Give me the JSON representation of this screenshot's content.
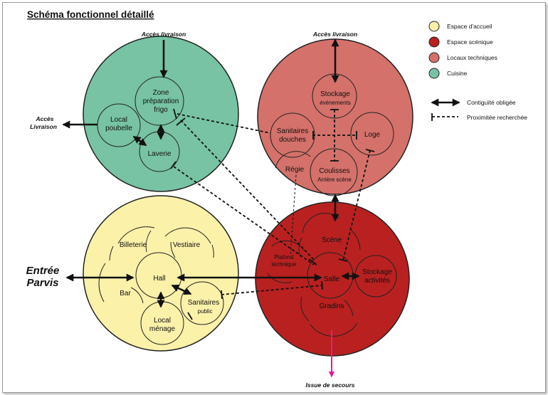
{
  "title": "Schéma fonctionnel détaillé",
  "legend": {
    "zones": [
      {
        "label": "Espace d'accueil",
        "color": "#fbf1a9"
      },
      {
        "label": "Espace scénique",
        "color": "#b8211f"
      },
      {
        "label": "Locaux techniques",
        "color": "#d4716a"
      },
      {
        "label": "Cuisine",
        "color": "#77c3a3"
      }
    ],
    "links": [
      {
        "label": "Contiguïté obligée",
        "style": "double-arrow"
      },
      {
        "label": "Proximitée recherchée",
        "style": "dashed-bar"
      }
    ]
  },
  "zones": {
    "cuisine": {
      "color": "#77c3a3",
      "rooms": {
        "zone_prep": [
          "Zone",
          "préparation",
          "frigo"
        ],
        "local_poubelle": [
          "Local",
          "poubelle"
        ],
        "laverie": [
          "Laverie"
        ]
      }
    },
    "locaux_techniques": {
      "color": "#d4716a",
      "rooms": {
        "stockage_evenements": [
          "Stockage",
          "évènements"
        ],
        "sanitaires_douches": [
          "Sanitaires",
          "douches"
        ],
        "loge": [
          "Loge"
        ],
        "regie": [
          "Régie"
        ],
        "coulisses": [
          "Coulisses",
          "Arrière scène"
        ]
      }
    },
    "accueil": {
      "color": "#fbf1a9",
      "rooms": {
        "billeterie": [
          "Billeterie"
        ],
        "vestiaire": [
          "Vestiaire"
        ],
        "bar": [
          "Bar"
        ],
        "hall": [
          "Hall"
        ],
        "sanitaires_public": [
          "Sanitaires",
          "public"
        ],
        "local_menage": [
          "Local",
          "ménage"
        ]
      }
    },
    "scenique": {
      "color": "#b8211f",
      "rooms": {
        "scene": [
          "Scène"
        ],
        "plafond_technique": [
          "Plafond",
          "technique"
        ],
        "salle": [
          "Salle"
        ],
        "stockage_activites": [
          "Stockage",
          "activités"
        ],
        "gradins": [
          "Gradins"
        ]
      }
    }
  },
  "external": {
    "acces_livraison_cuisine": [
      "Accès livraison"
    ],
    "acces_livraison_left": [
      "Accès",
      "Livraison"
    ],
    "acces_livraison_technique": [
      "Accès livraison"
    ],
    "entree_parvis": [
      "Entrée",
      "Parvis"
    ],
    "issue_secours": [
      "Issue de secours"
    ]
  },
  "colors": {
    "emergency_arrow": "#e8198f",
    "line": "#111111"
  }
}
